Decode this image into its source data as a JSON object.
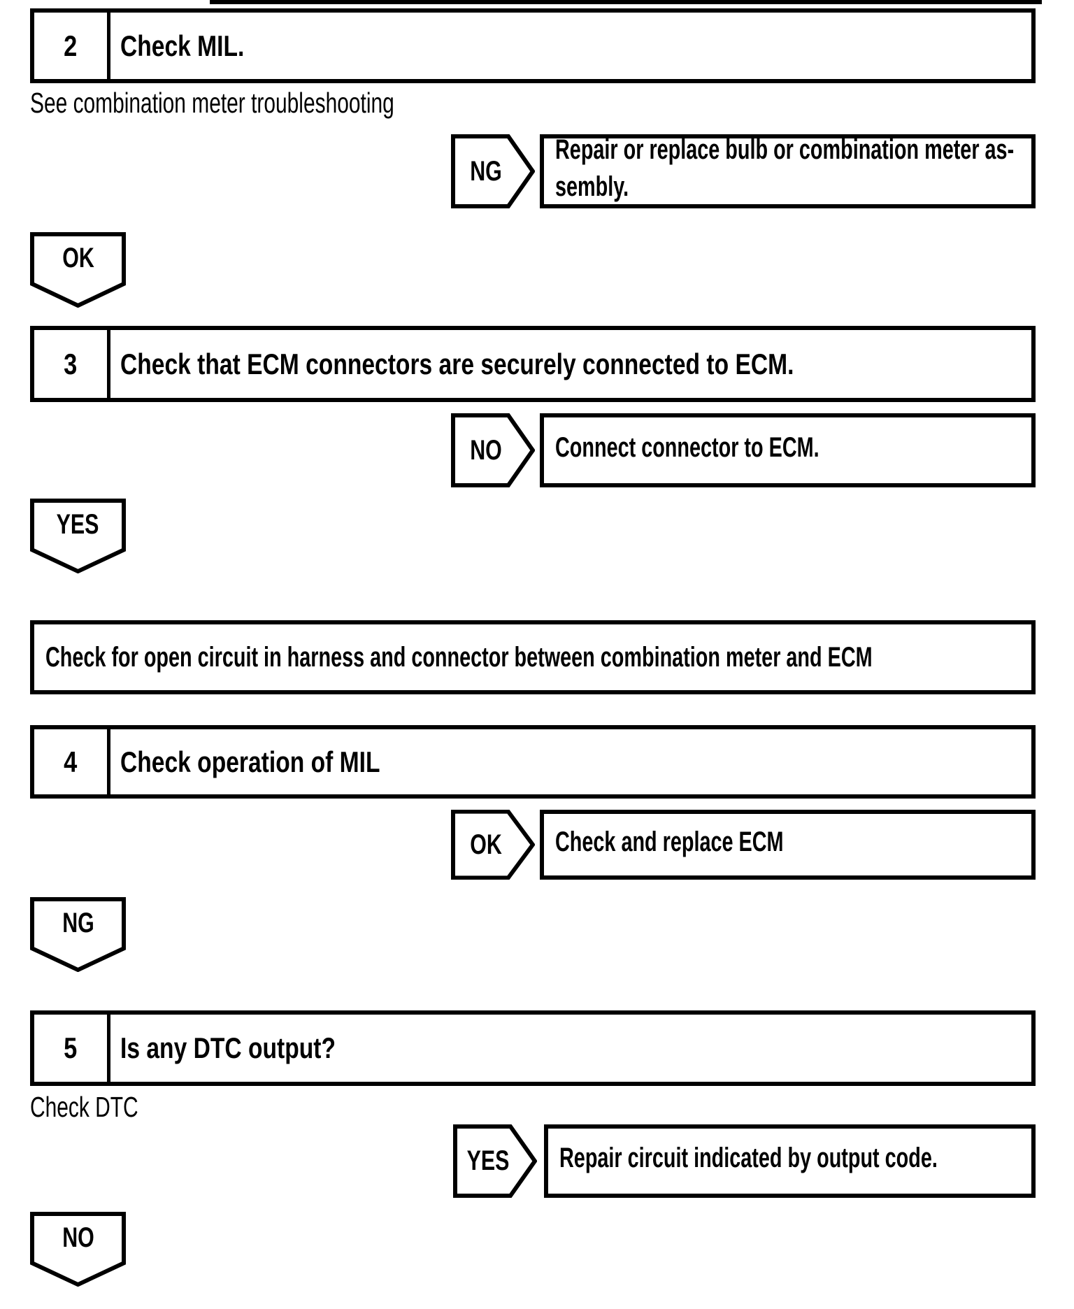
{
  "page": {
    "background_color": "#ffffff",
    "ink_color": "#000000"
  },
  "flowchart": {
    "instruction": "Check for open circuit in harness and connector between combination meter and ECM",
    "steps": [
      {
        "number": "2",
        "title": "Check MIL.",
        "note": "See combination meter troubleshooting",
        "branch": {
          "label": "NG",
          "action_lines": [
            "Repair or replace bulb or combination meter as-",
            "sembly."
          ]
        },
        "next": {
          "label": "OK"
        }
      },
      {
        "number": "3",
        "title": "Check that ECM connectors are securely connected to ECM.",
        "note": "",
        "branch": {
          "label": "NO",
          "action_lines": [
            "Connect connector to ECM."
          ]
        },
        "next": {
          "label": "YES"
        }
      },
      {
        "number": "4",
        "title": "Check operation of MIL",
        "note": "",
        "branch": {
          "label": "OK",
          "action_lines": [
            "Check and replace ECM"
          ]
        },
        "next": {
          "label": "NG"
        }
      },
      {
        "number": "5",
        "title": "Is any DTC output?",
        "note": "Check DTC",
        "branch": {
          "label": "YES",
          "action_lines": [
            "Repair circuit indicated by output code."
          ]
        },
        "next": {
          "label": "NO"
        }
      }
    ]
  }
}
